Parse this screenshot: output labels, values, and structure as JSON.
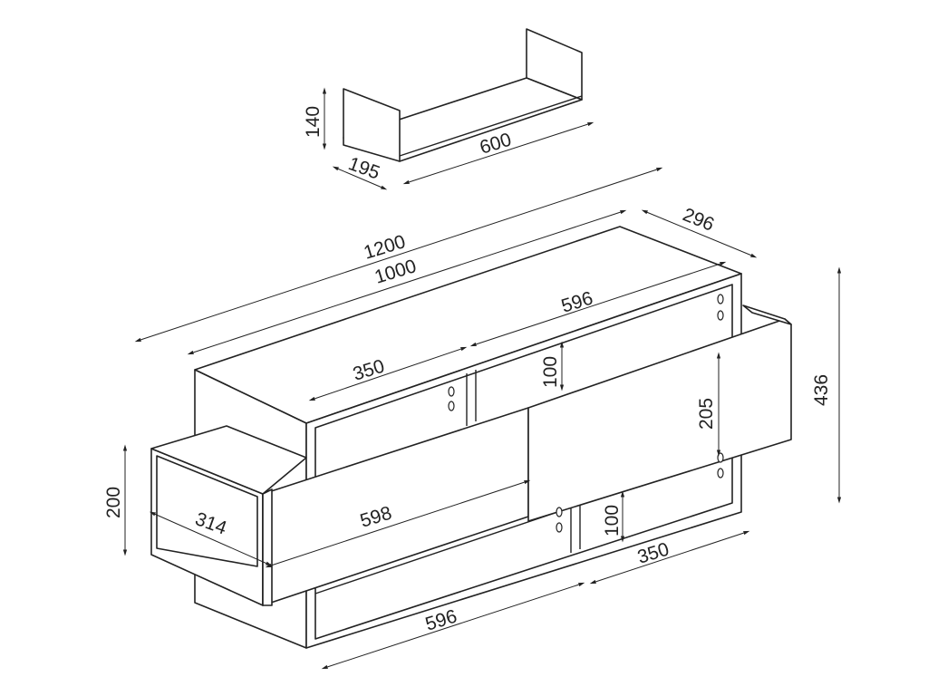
{
  "shelf": {
    "height": "140",
    "width": "600",
    "depth": "195"
  },
  "cabinet": {
    "total_width": "1200",
    "body_width": "1000",
    "depth": "296",
    "top_right_compartment": "596",
    "top_left_compartment": "350",
    "upper_gap": "100",
    "right_drawer_height": "205",
    "total_height": "436",
    "left_block_height": "200",
    "left_block_depth": "314",
    "front_drawer_width": "598",
    "lower_gap": "100",
    "lower_right_compartment": "350",
    "bottom_width": "596"
  }
}
